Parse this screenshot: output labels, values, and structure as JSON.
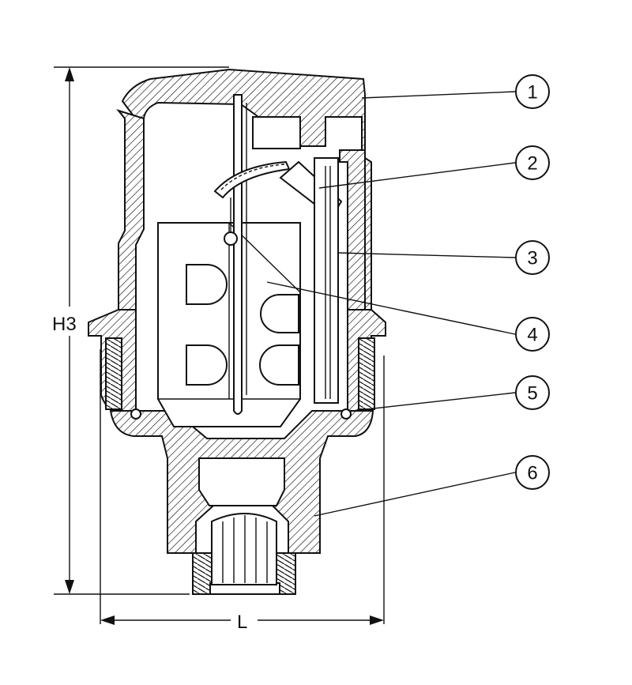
{
  "dimensions": {
    "height_label": "H3",
    "length_label": "L"
  },
  "callouts": [
    {
      "number": "1"
    },
    {
      "number": "2"
    },
    {
      "number": "3"
    },
    {
      "number": "4"
    },
    {
      "number": "5"
    },
    {
      "number": "6"
    }
  ],
  "colors": {
    "stroke": "#111111",
    "background": "#ffffff"
  }
}
